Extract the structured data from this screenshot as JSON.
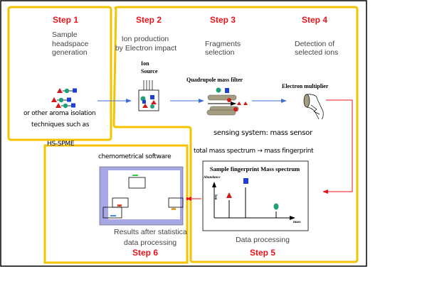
{
  "steps": [
    {
      "title": "Step 1",
      "desc": [
        "Sample",
        "headspace",
        "generation"
      ]
    },
    {
      "title": "Step 2",
      "desc": [
        "Ion production",
        "by Electron impact"
      ]
    },
    {
      "title": "Step 3",
      "desc": [
        "Fragments",
        "selection"
      ]
    },
    {
      "title": "Step 4",
      "desc": [
        "Detection of",
        "selected ions"
      ]
    },
    {
      "title": "Step 5",
      "desc": [
        "Data processing"
      ]
    },
    {
      "title": "Step 6",
      "desc": [
        "Results after statistica",
        "data processing"
      ]
    }
  ],
  "step1_note": [
    "or other aroma isolation",
    "techniques such as",
    "HS-SPME"
  ],
  "devices": {
    "ion_source": [
      "Ion",
      "Source"
    ],
    "quadrupole": "Quadrupole mass filter",
    "multiplier": "Electron multiplier"
  },
  "sensing_label": "sensing system: mass sensor",
  "fingerprint_label": "total mass spectrum → mass fingerprint",
  "spectrum": {
    "title": "Sample fingerprint Mass spectrum",
    "ylabel": "Abundance",
    "yunit": "Ion",
    "xlabel": "mass"
  },
  "software_label": "chemometrical software",
  "colors": {
    "frame": "#f5c400",
    "step": "#e8141c",
    "arrow_blue": "#3d6fd6",
    "arrow_red": "#e8141c"
  }
}
